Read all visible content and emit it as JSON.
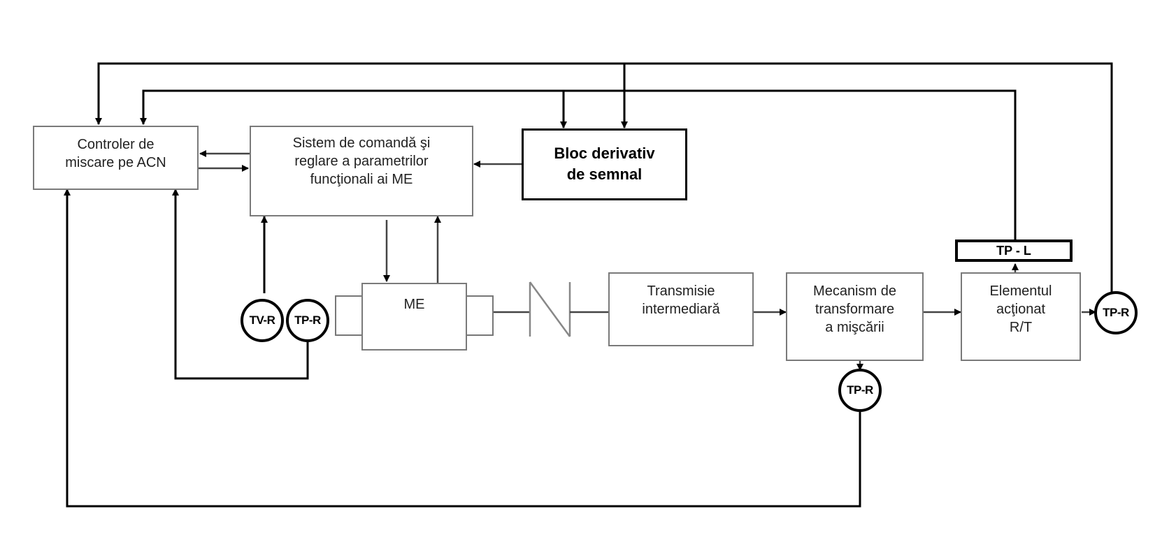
{
  "diagram": {
    "blocks": {
      "controller": {
        "lines": [
          "Controler de",
          "miscare pe ACN"
        ]
      },
      "command_system": {
        "lines": [
          "Sistem de comandă şi",
          "reglare a parametrilor",
          "funcţionali ai ME"
        ]
      },
      "derivative_block": {
        "lines": [
          "Bloc derivativ",
          "de semnal"
        ]
      },
      "motor": {
        "label": "ME"
      },
      "intermediate_transmission": {
        "lines": [
          "Transmisie",
          "intermediară"
        ]
      },
      "transformation_mechanism": {
        "lines": [
          "Mecanism de",
          "transformare",
          "a mişcării"
        ]
      },
      "driven_element": {
        "lines": [
          "Elementul",
          "acţionat",
          "R/T"
        ]
      },
      "tp_l": {
        "label": "TP - L"
      }
    },
    "sensors": {
      "tv_r": "TV-R",
      "tp_r_motor": "TP-R",
      "tp_r_mechanism": "TP-R",
      "tp_r_output": "TP-R"
    },
    "colors": {
      "line": "#000000",
      "box_border": "#7a7a7a"
    }
  }
}
